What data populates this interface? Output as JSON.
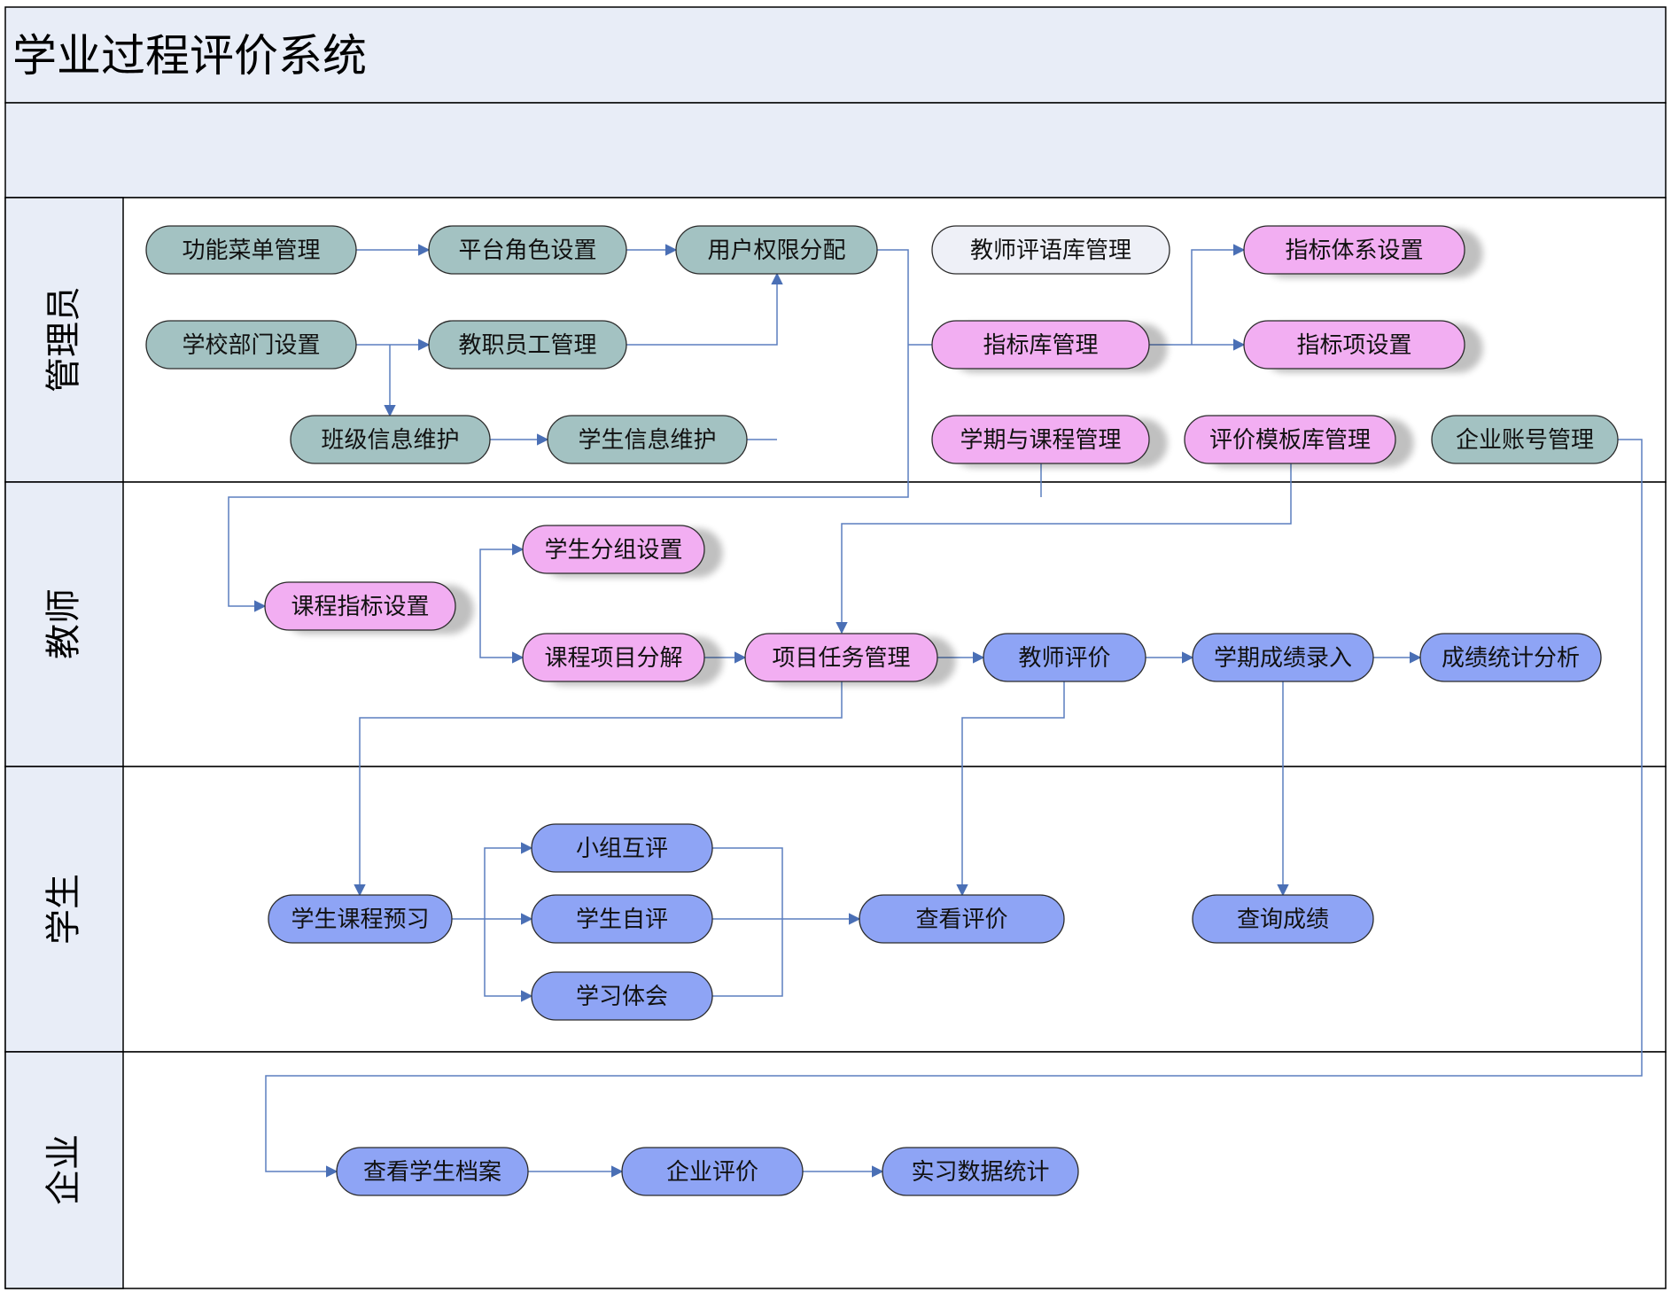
{
  "title": "学业过程评价系统",
  "colors": {
    "title_band": "#e8edf7",
    "lane_label_bg": "#e8edf7",
    "connector": "#5b7fbf",
    "admin_node": "#a3c2c2",
    "light_node": "#eef0f7",
    "pink_node": "#f2aef2",
    "blue_node": "#8ea4f5"
  },
  "lanes": {
    "admin": "管理员",
    "teacher": "教师",
    "student": "学生",
    "enterprise": "企业"
  },
  "nodes": {
    "menu_mgmt": "功能菜单管理",
    "role_setup": "平台角色设置",
    "perm_assign": "用户权限分配",
    "comment_lib": "教师评语库管理",
    "index_system": "指标体系设置",
    "dept_setup": "学校部门设置",
    "staff_mgmt": "教职员工管理",
    "index_lib": "指标库管理",
    "index_item": "指标项设置",
    "class_info": "班级信息维护",
    "student_info": "学生信息维护",
    "term_course": "学期与课程管理",
    "template_lib": "评价模板库管理",
    "company_acct": "企业账号管理",
    "course_index": "课程指标设置",
    "group_setup": "学生分组设置",
    "project_split": "课程项目分解",
    "task_mgmt": "项目任务管理",
    "teacher_eval": "教师评价",
    "grade_entry": "学期成绩录入",
    "grade_stats": "成绩统计分析",
    "preview": "学生课程预习",
    "peer_eval": "小组互评",
    "self_eval": "学生自评",
    "reflection": "学习体会",
    "view_eval": "查看评价",
    "query_grade": "查询成绩",
    "view_archive": "查看学生档案",
    "company_eval": "企业评价",
    "intern_stats": "实习数据统计"
  }
}
